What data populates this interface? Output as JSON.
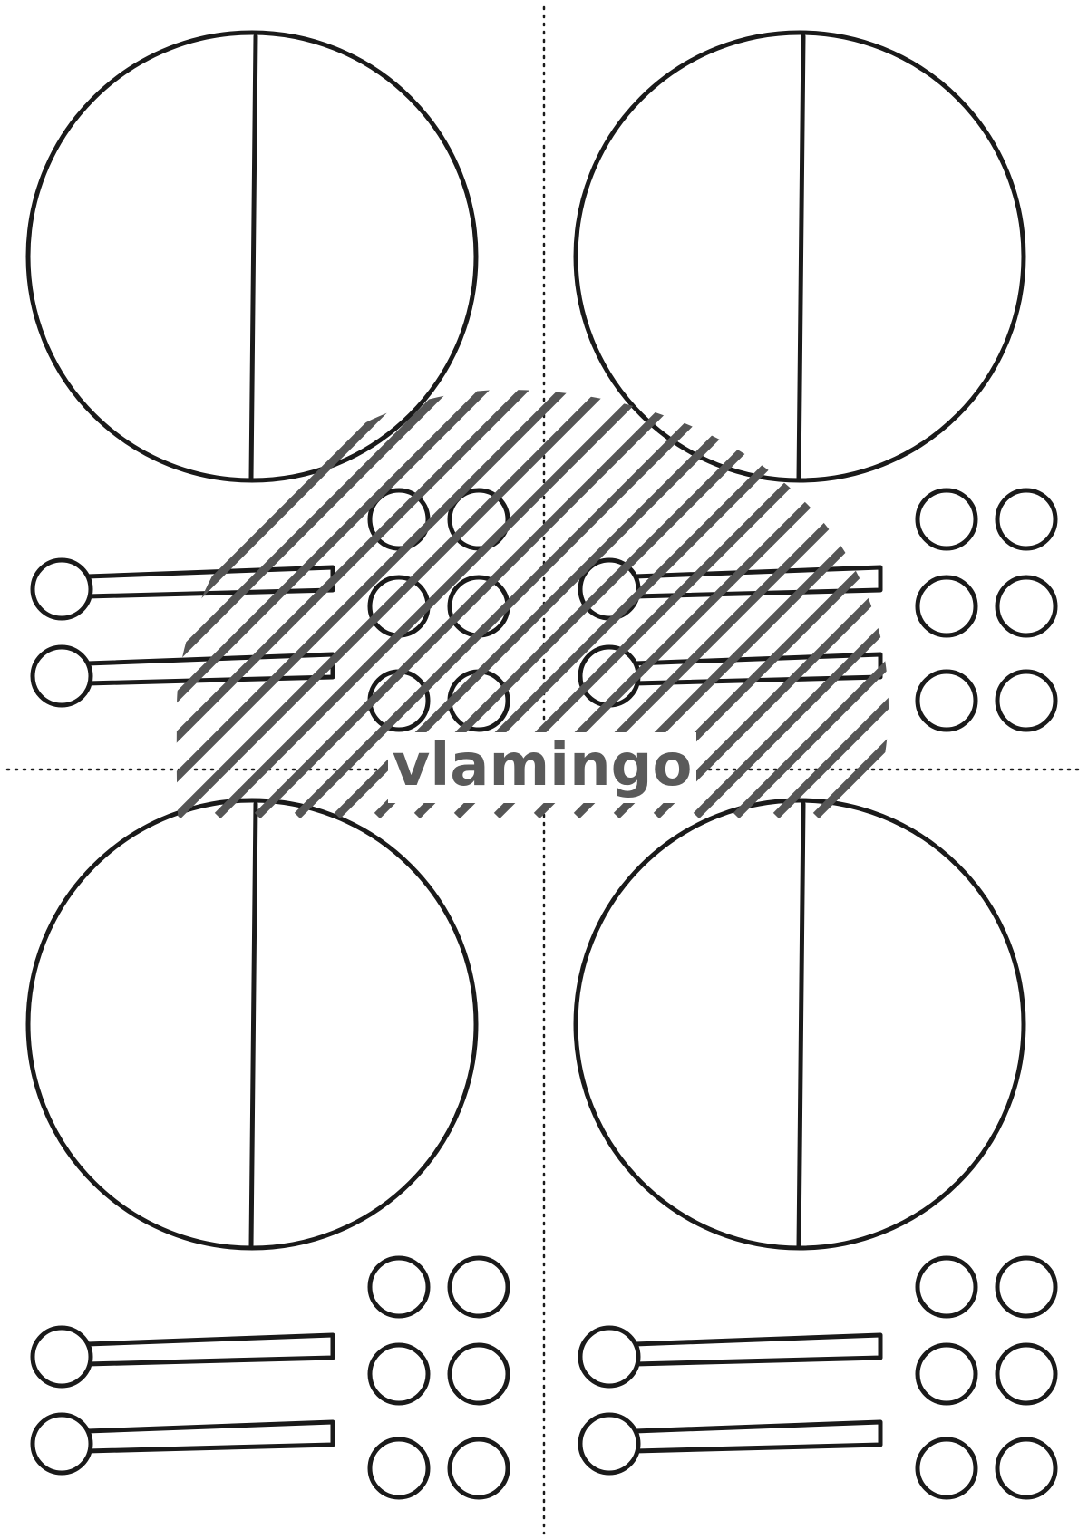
{
  "watermark": {
    "brand_text": "vlamingo",
    "color": "#5a5a5a"
  },
  "sheet": {
    "quadrants": 4,
    "pieces_per_quadrant": {
      "circle_halves": 1,
      "clock_hands": 2,
      "small_circles": 6
    },
    "line_color": "#1a1a1a",
    "cut_lines": "dotted"
  }
}
